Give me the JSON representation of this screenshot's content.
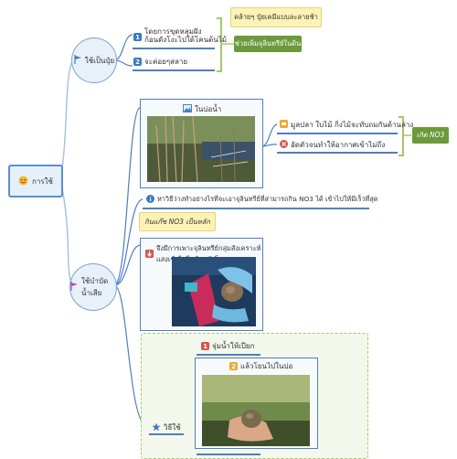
{
  "root": {
    "label": "การใช้",
    "icon": "smiley-icon"
  },
  "branch_fertilizer": {
    "label": "ใช้เป็นปุ๋ย",
    "icon": "blue-flag-icon",
    "items": [
      {
        "num": "1",
        "text": "โดยการขุดหลุมฝัง\nก้อนดังโงะไปใต้โคนต้นไม้"
      },
      {
        "num": "2",
        "text": "จะค่อยๆสลาย"
      }
    ],
    "note": "คล้ายๆ ปุ๋ยเคมีแบบละลายช้า",
    "result": "ช่วยเพิ่มจุลินทรีย์ในดิน"
  },
  "branch_water": {
    "label": "ใช้บำบัดน้ำเสีย",
    "icon": "purple-flag-icon",
    "card1": {
      "title": "ในบ่อน้ำ",
      "items": [
        {
          "text": "มูลปลา ใบไม้ กิ่งไม้จะทับถมกันด้านล่าง",
          "icon": "orange-square-icon"
        },
        {
          "text": "อัดตัวจนทำให้อากาศเข้าไม่ถึง",
          "icon": "red-x-icon"
        }
      ],
      "result": "เกิด NO3"
    },
    "info": "หาวิธีว่างทำอย่างไรที่จะเอาจุลินทรีย์ที่สามารถกิน NO3 ได้ เข้าไปให้มีเร็วที่สุด",
    "note2": "กินแก๊ซ NO3 เป็นหลัก",
    "card2": {
      "title": "จึงมีการเพาะจุลินทรีย์กลุ่มสังเคราะห์แสงเข้าไปในก้อนดังโงะ",
      "icon": "red-down-arrow-icon"
    }
  },
  "method": {
    "label": "วิธีใช้",
    "icon": "blue-star-icon",
    "step1": {
      "num": "1",
      "text": "จุ่มน้ำให้เปียก"
    },
    "step2": {
      "num": "2",
      "text": "แล้วโยนไปในบ่อ"
    }
  },
  "colors": {
    "accent": "#4f7fbd",
    "green": "#6a9a3a",
    "note": "#fbf3b6",
    "step1": "#d9534f",
    "step2": "#f0a830"
  }
}
